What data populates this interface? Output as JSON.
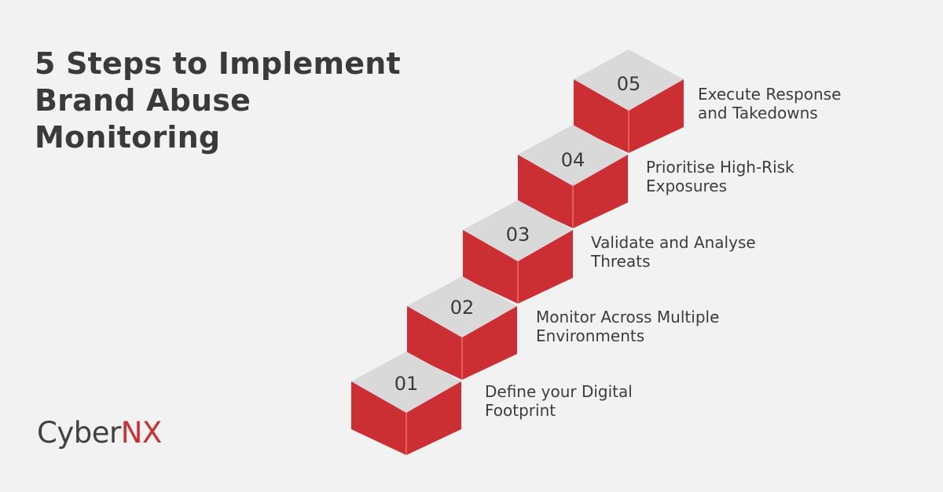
{
  "title": {
    "lines": [
      "5 Steps to Implement",
      "Brand Abuse",
      "Monitoring"
    ]
  },
  "logo": {
    "text_main": "Cyber",
    "text_accent": "NX",
    "accent_color": "#cc2f33",
    "main_color": "#3f4142"
  },
  "colors": {
    "background": "#f2f2f2",
    "cube_top": "#d9d9d9",
    "cube_side": "#cc2f33",
    "cube_edge": "#f08080",
    "text": "#3a3a3a"
  },
  "steps": [
    {
      "number": "01",
      "lines": [
        "Define your Digital",
        "Footprint"
      ]
    },
    {
      "number": "02",
      "lines": [
        "Monitor Across Multiple",
        "Environments"
      ]
    },
    {
      "number": "03",
      "lines": [
        "Validate and Analyse",
        "Threats"
      ]
    },
    {
      "number": "04",
      "lines": [
        "Prioritise High-Risk",
        "Exposures"
      ]
    },
    {
      "number": "05",
      "lines": [
        "Execute Response",
        "and Takedowns"
      ]
    }
  ]
}
